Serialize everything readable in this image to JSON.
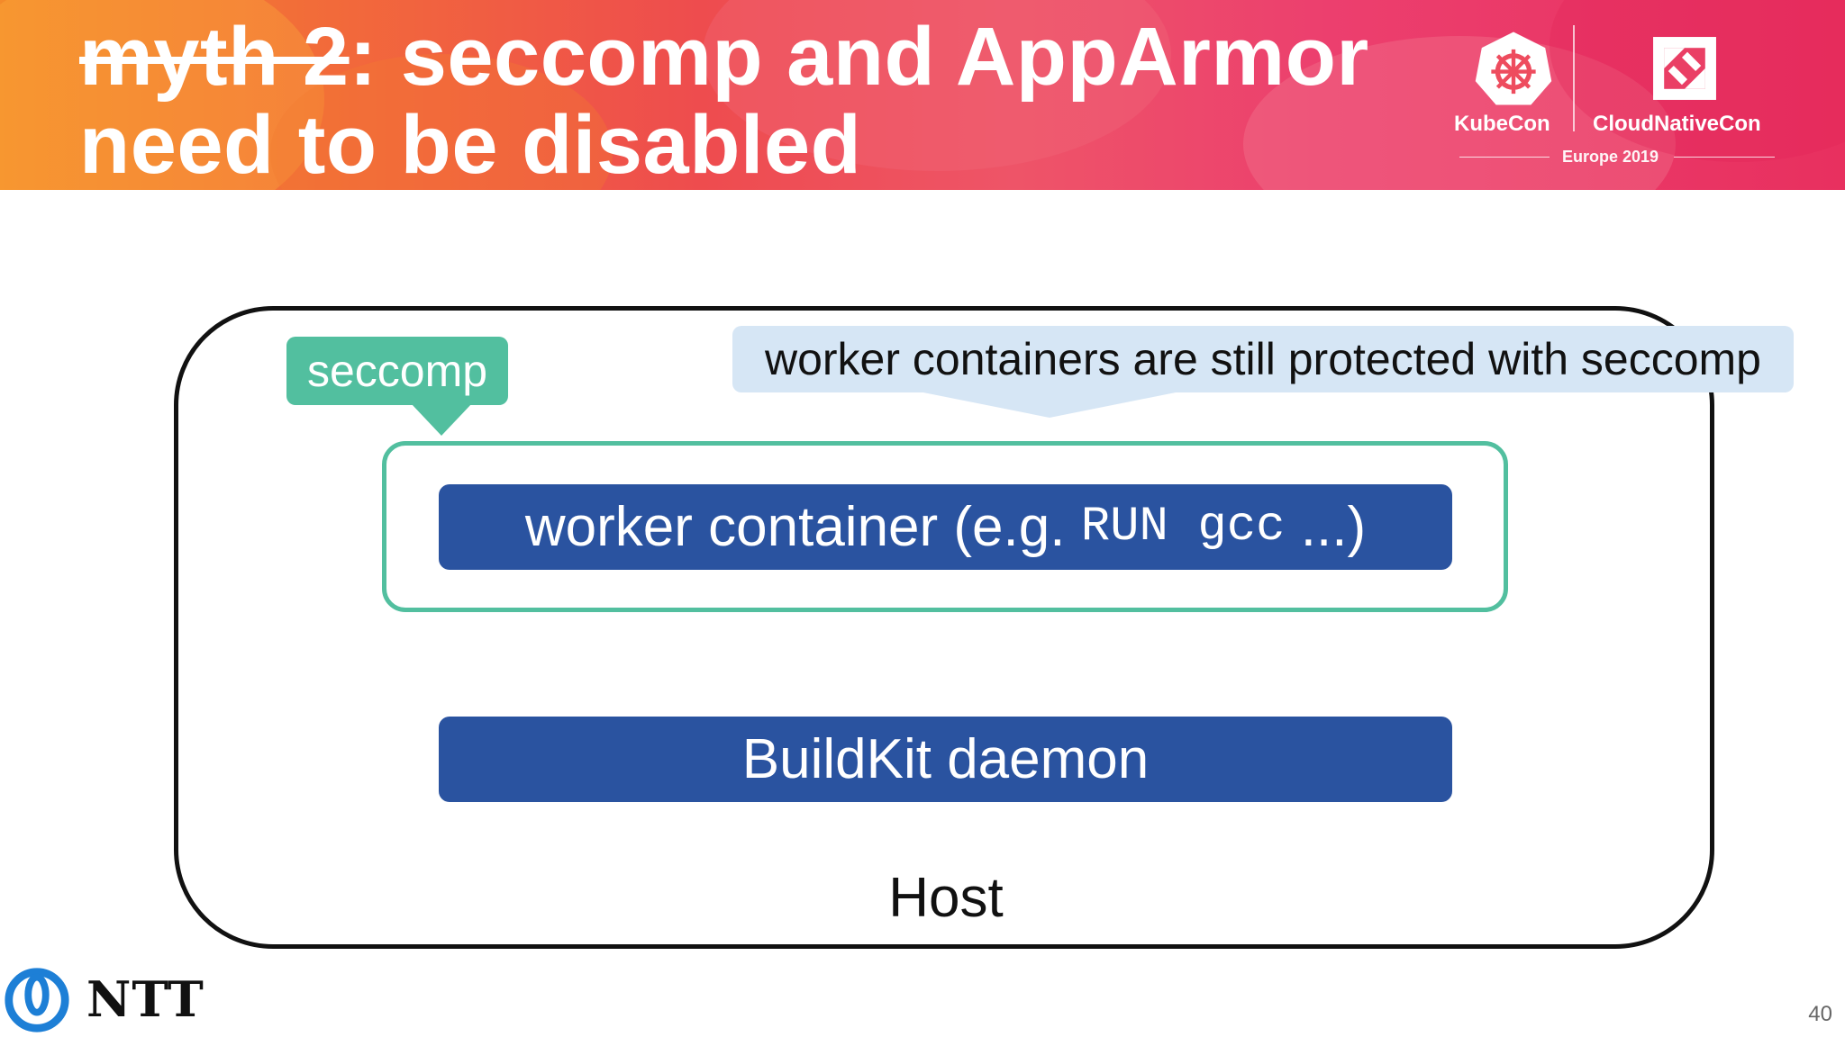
{
  "slide": {
    "title_struck": "myth 2",
    "title_rest": ": seccomp and AppArmor",
    "title_line2": "need to be disabled",
    "page_number": "40"
  },
  "logos": {
    "kubecon": "KubeCon",
    "cloudnativecon": "CloudNativeCon",
    "event": "Europe 2019",
    "company": "NTT"
  },
  "diagram": {
    "seccomp_tag": "seccomp",
    "callout": "worker containers are still protected with seccomp",
    "worker_label": "worker container (e.g. ",
    "worker_code": "RUN gcc",
    "worker_suffix": " ...)",
    "daemon_label": "BuildKit daemon",
    "host_label": "Host"
  },
  "colors": {
    "bar_blue": "#2a53a0",
    "seccomp_green": "#52bf9f",
    "callout_blue": "#d6e6f5",
    "banner_orange": "#f48a2a",
    "banner_pink": "#e8305f"
  }
}
